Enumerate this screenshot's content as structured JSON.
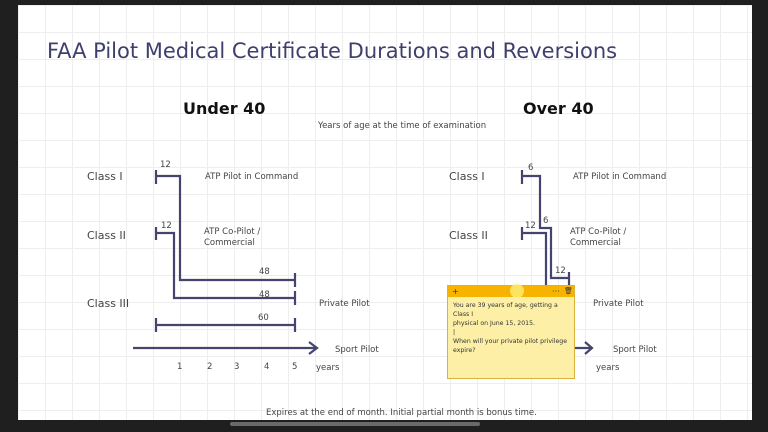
{
  "title": "FAA Pilot Medical Certificate Durations and Reversions",
  "subtitle": "Years of age at the time of examination",
  "footer": "Expires at the end of month. Initial partial month is bonus time.",
  "under40": {
    "heading": "Under 40",
    "classes": [
      "Class I",
      "Class II",
      "Class III"
    ],
    "durations": {
      "class1": "12",
      "class2": "12",
      "row1": "48",
      "row2": "48",
      "row3": "60"
    },
    "privileges": {
      "pic": "ATP Pilot in Command",
      "copilot1": "ATP Co-Pilot /",
      "copilot2": "Commercial",
      "private": "Private Pilot",
      "sport": "Sport Pilot"
    },
    "ticks": [
      "1",
      "2",
      "3",
      "4",
      "5"
    ],
    "axis_unit": "years"
  },
  "over40": {
    "heading": "Over 40",
    "classes": [
      "Class I",
      "Class II"
    ],
    "durations": {
      "class1": "6",
      "class1b": "6",
      "class1c": "12",
      "class2": "12"
    },
    "privileges": {
      "pic": "ATP Pilot in Command",
      "copilot1": "ATP Co-Pilot /",
      "copilot2": "Commercial",
      "private": "Private Pilot",
      "sport": "Sport Pilot"
    },
    "axis_unit": "years"
  },
  "sticky_note": {
    "add": "+",
    "more": "···",
    "delete": "🗑",
    "line1": "You are 39 years of age, getting a Class I",
    "line2": "physical on June 15, 2015.",
    "line3": "|",
    "line4": "When will your private pilot privilege expire?"
  }
}
